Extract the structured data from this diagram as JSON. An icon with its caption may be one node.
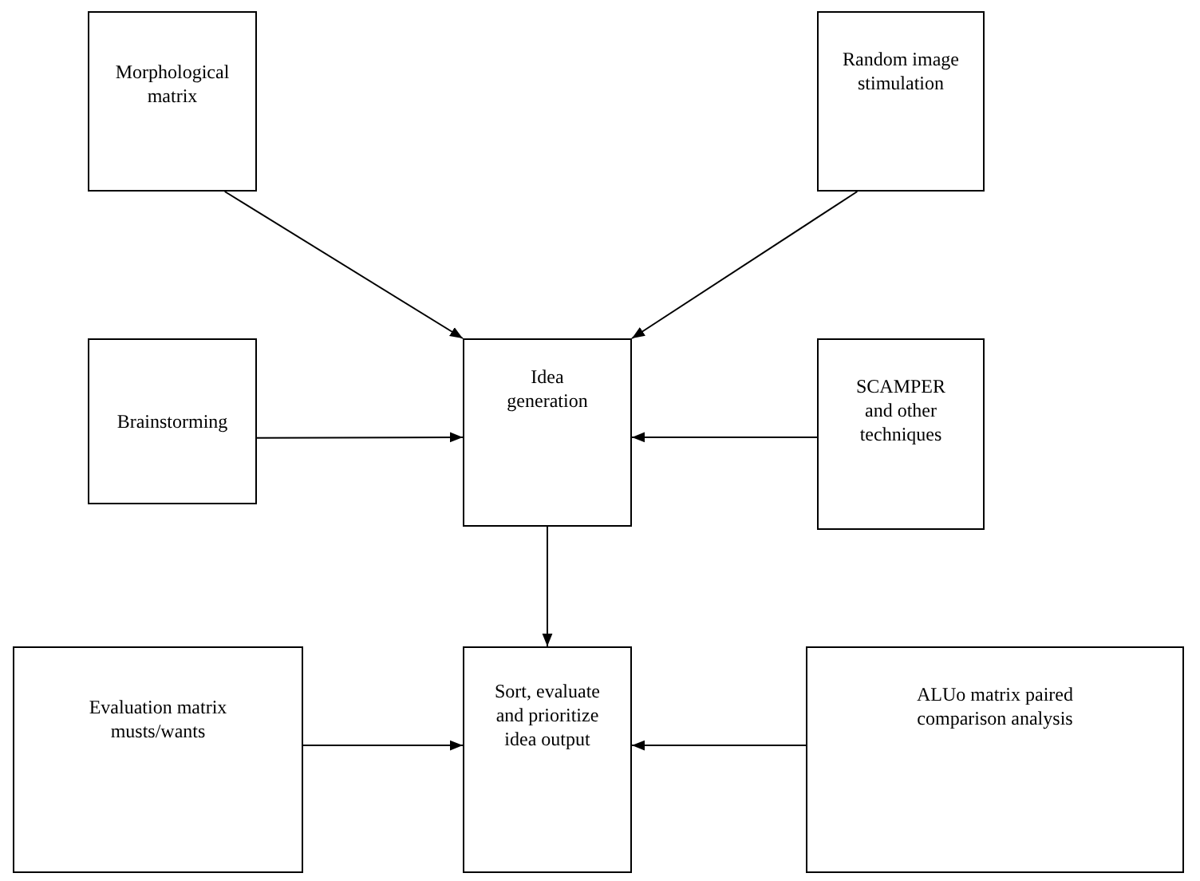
{
  "diagram": {
    "nodes": [
      {
        "text": [
          "Morphological matrix"
        ]
      },
      {
        "text": [
          "Random image stimulation"
        ]
      },
      {
        "text": [
          "Brainstorming"
        ]
      },
      {
        "text": [
          "Idea generation"
        ]
      },
      {
        "text": [
          "SCAMPER and other techniques"
        ]
      },
      {
        "text": [
          "Evaluation matrix musts/wants"
        ]
      },
      {
        "text": [
          "Sort, evaluate and prioritize idea output"
        ]
      },
      {
        "text": [
          "ALUo matrix paired comparison analysis"
        ]
      }
    ],
    "edges": [
      {
        "from": 0,
        "to": 3,
        "arrow": "to"
      },
      {
        "from": 1,
        "to": 3,
        "arrow": "to"
      },
      {
        "from": 2,
        "to": 3,
        "arrow": "to"
      },
      {
        "from": 4,
        "to": 3,
        "arrow": "to"
      },
      {
        "from": 3,
        "to": 6,
        "arrow": "to"
      },
      {
        "from": 5,
        "to": 6,
        "arrow": "to"
      },
      {
        "from": 7,
        "to": 6,
        "arrow": "to"
      }
    ]
  }
}
